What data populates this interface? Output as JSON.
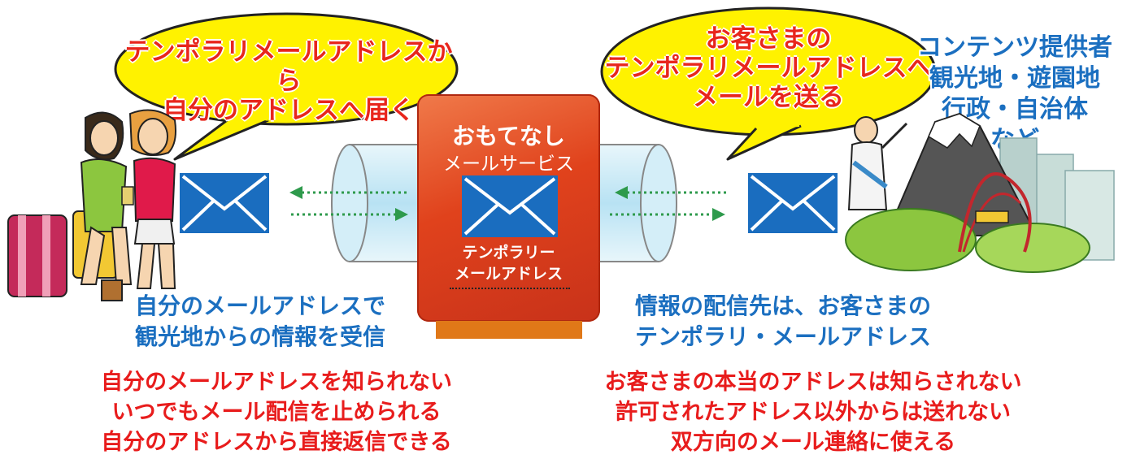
{
  "bubble_left": {
    "lines": [
      "テンポラリメールアドレスから",
      "自分のアドレスへ届く"
    ]
  },
  "bubble_right": {
    "lines": [
      "お客さまの",
      "テンポラリメールアドレスへ",
      "メールを送る"
    ]
  },
  "providers": {
    "lines": [
      "コンテンツ提供者",
      "観光地・遊園地",
      "行政・自治体",
      "など"
    ]
  },
  "service": {
    "title": "おもてなし",
    "subtitle": "メールサービス",
    "address_label": [
      "テンポラリー",
      "メールアドレス"
    ]
  },
  "caption_left": {
    "lines": [
      "自分のメールアドレスで",
      "観光地からの情報を受信"
    ]
  },
  "caption_right": {
    "lines": [
      "情報の配信先は、お客さまの",
      "テンポラリ・メールアドレス"
    ]
  },
  "benefits_left": {
    "lines": [
      "自分のメールアドレスを知られない",
      "いつでもメール配信を止められる",
      "自分のアドレスから直接返信できる"
    ]
  },
  "benefits_right": {
    "lines": [
      "お客さまの本当のアドレスは知らされない",
      "許可されたアドレス以外からは送れない",
      "双方向のメール連絡に使える"
    ]
  },
  "colors": {
    "red": "#e81c1c",
    "blue": "#1b6fc0",
    "bubble": "#fff200",
    "service": "#e0421c",
    "envelope": "#1a6dbf"
  },
  "icons": [
    "envelope-icon",
    "tourists-illustration",
    "attractions-illustration",
    "pipe",
    "arrow-left-icon",
    "arrow-right-icon"
  ]
}
